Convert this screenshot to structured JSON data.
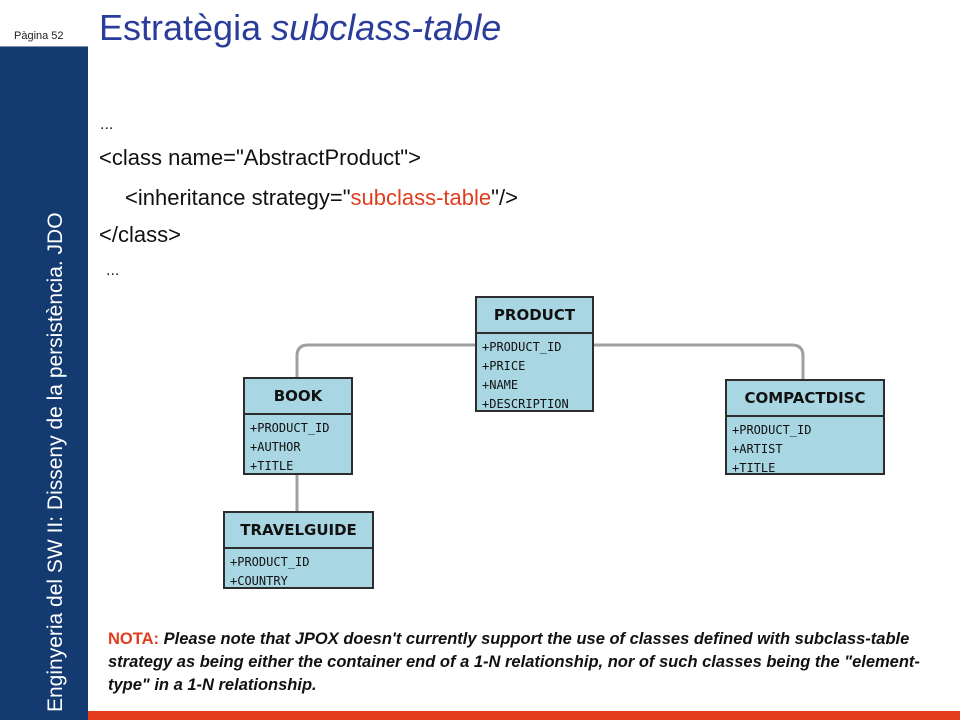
{
  "page_number": "Pàgina 52",
  "sidebar_title": "Enginyeria del SW II: Disseny de la persistència. JDO",
  "title": {
    "plain": "Estratègia ",
    "italic": "subclass-table"
  },
  "code": {
    "ellipsis_top": "...",
    "line1": "<class name=\"AbstractProduct\">",
    "line2_prefix": "<inheritance strategy=\"",
    "line2_value": "subclass-table",
    "line2_suffix": "\"/>",
    "line3": "</class>",
    "ellipsis_bottom": "..."
  },
  "diagram": {
    "colors": {
      "box_fill": "#a9d6e3",
      "box_border": "#2d2d2d",
      "connector": "#a0a0a0"
    },
    "classes": {
      "product": {
        "name": "PRODUCT",
        "attributes": [
          "+PRODUCT_ID",
          "+PRICE",
          "+NAME",
          "+DESCRIPTION"
        ]
      },
      "book": {
        "name": "BOOK",
        "attributes": [
          "+PRODUCT_ID",
          "+AUTHOR",
          "+TITLE"
        ]
      },
      "compactdisc": {
        "name": "COMPACTDISC",
        "attributes": [
          "+PRODUCT_ID",
          "+ARTIST",
          "+TITLE"
        ]
      },
      "travelguide": {
        "name": "TRAVELGUIDE",
        "attributes": [
          "+PRODUCT_ID",
          "+COUNTRY"
        ]
      }
    }
  },
  "note": {
    "label": "NOTA:",
    "text": "Please note that JPOX doesn't currently support the use of classes defined with subclass-table strategy as being either the container end of a 1-N relationship, nor of such classes being the \"element-type\" in a 1-N relationship."
  },
  "colors": {
    "sidebar": "#143a72",
    "title": "#2a3d9a",
    "accent": "#e03d1e"
  }
}
